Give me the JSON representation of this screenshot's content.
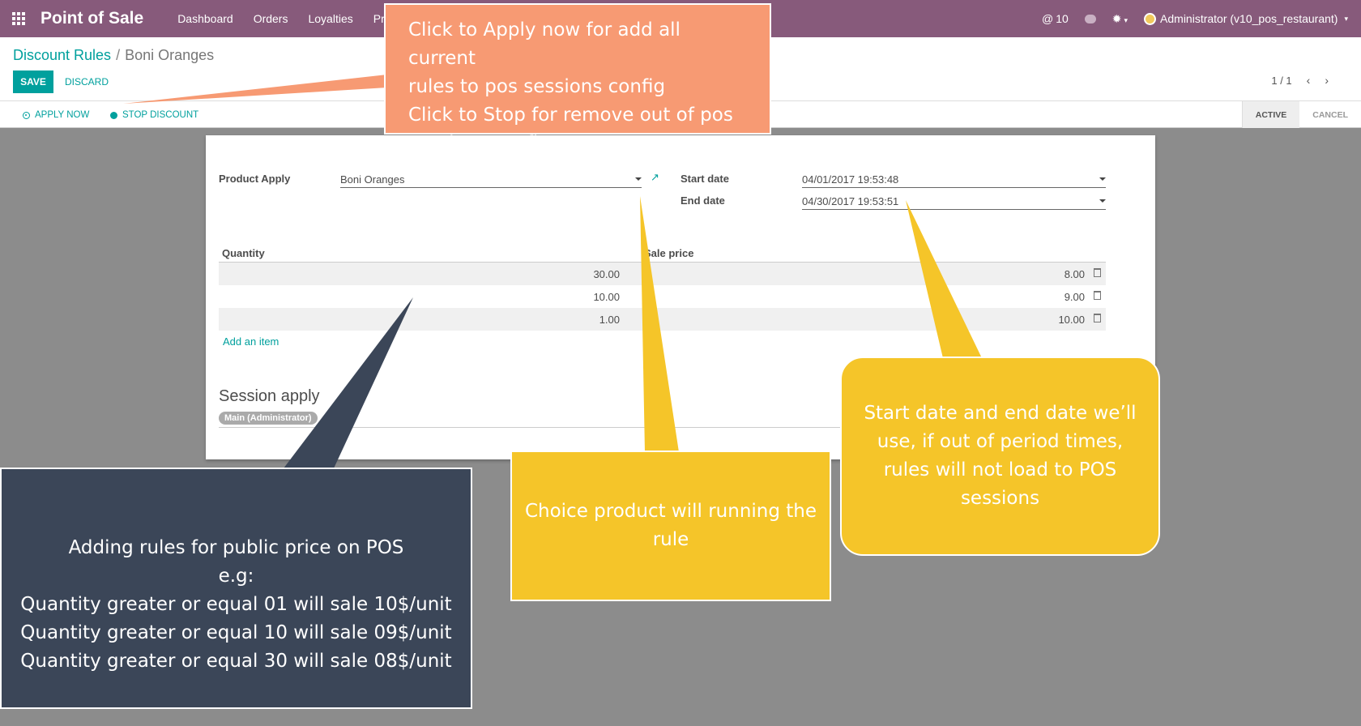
{
  "navbar": {
    "brand": "Point of Sale",
    "menu": [
      "Dashboard",
      "Orders",
      "Loyalties",
      "Promo"
    ],
    "messages": "10",
    "user": "Administrator (v10_pos_restaurant)"
  },
  "breadcrumb": {
    "parent": "Discount Rules",
    "separator": "/",
    "current": "Boni Oranges"
  },
  "buttons": {
    "save": "SAVE",
    "discard": "DISCARD",
    "apply_now": "APPLY NOW",
    "stop_discount": "STOP DISCOUNT"
  },
  "pager": "1 / 1",
  "stages": {
    "active": "ACTIVE",
    "cancel": "CANCEL"
  },
  "form": {
    "product_label": "Product Apply",
    "product_value": "Boni Oranges",
    "start_label": "Start date",
    "start_value": "04/01/2017 19:53:48",
    "end_label": "End date",
    "end_value": "04/30/2017 19:53:51",
    "col_quantity": "Quantity",
    "col_price": "Sale price",
    "rows": [
      {
        "quantity": "30.00",
        "price": "8.00"
      },
      {
        "quantity": "10.00",
        "price": "9.00"
      },
      {
        "quantity": "1.00",
        "price": "10.00"
      }
    ],
    "add_item": "Add an item",
    "session_title": "Session apply",
    "session_tag": "Main (Administrator)"
  },
  "annotations": {
    "apply_note": "Click to Apply now for add all current\nrules to pos sessions config\nClick to Stop for remove out of pos\nsessions config",
    "rules_note": "Adding rules for public price on POS\ne.g:\nQuantity greater or equal 01 will sale 10$/unit\nQuantity greater or equal 10 will sale 09$/unit\nQuantity greater or equal 30 will sale 08$/unit",
    "product_note": "Choice product will running the\nrule",
    "date_note": "Start date and end date we’ll\nuse, if out of period times,\nrules will not load to POS\nsessions"
  }
}
